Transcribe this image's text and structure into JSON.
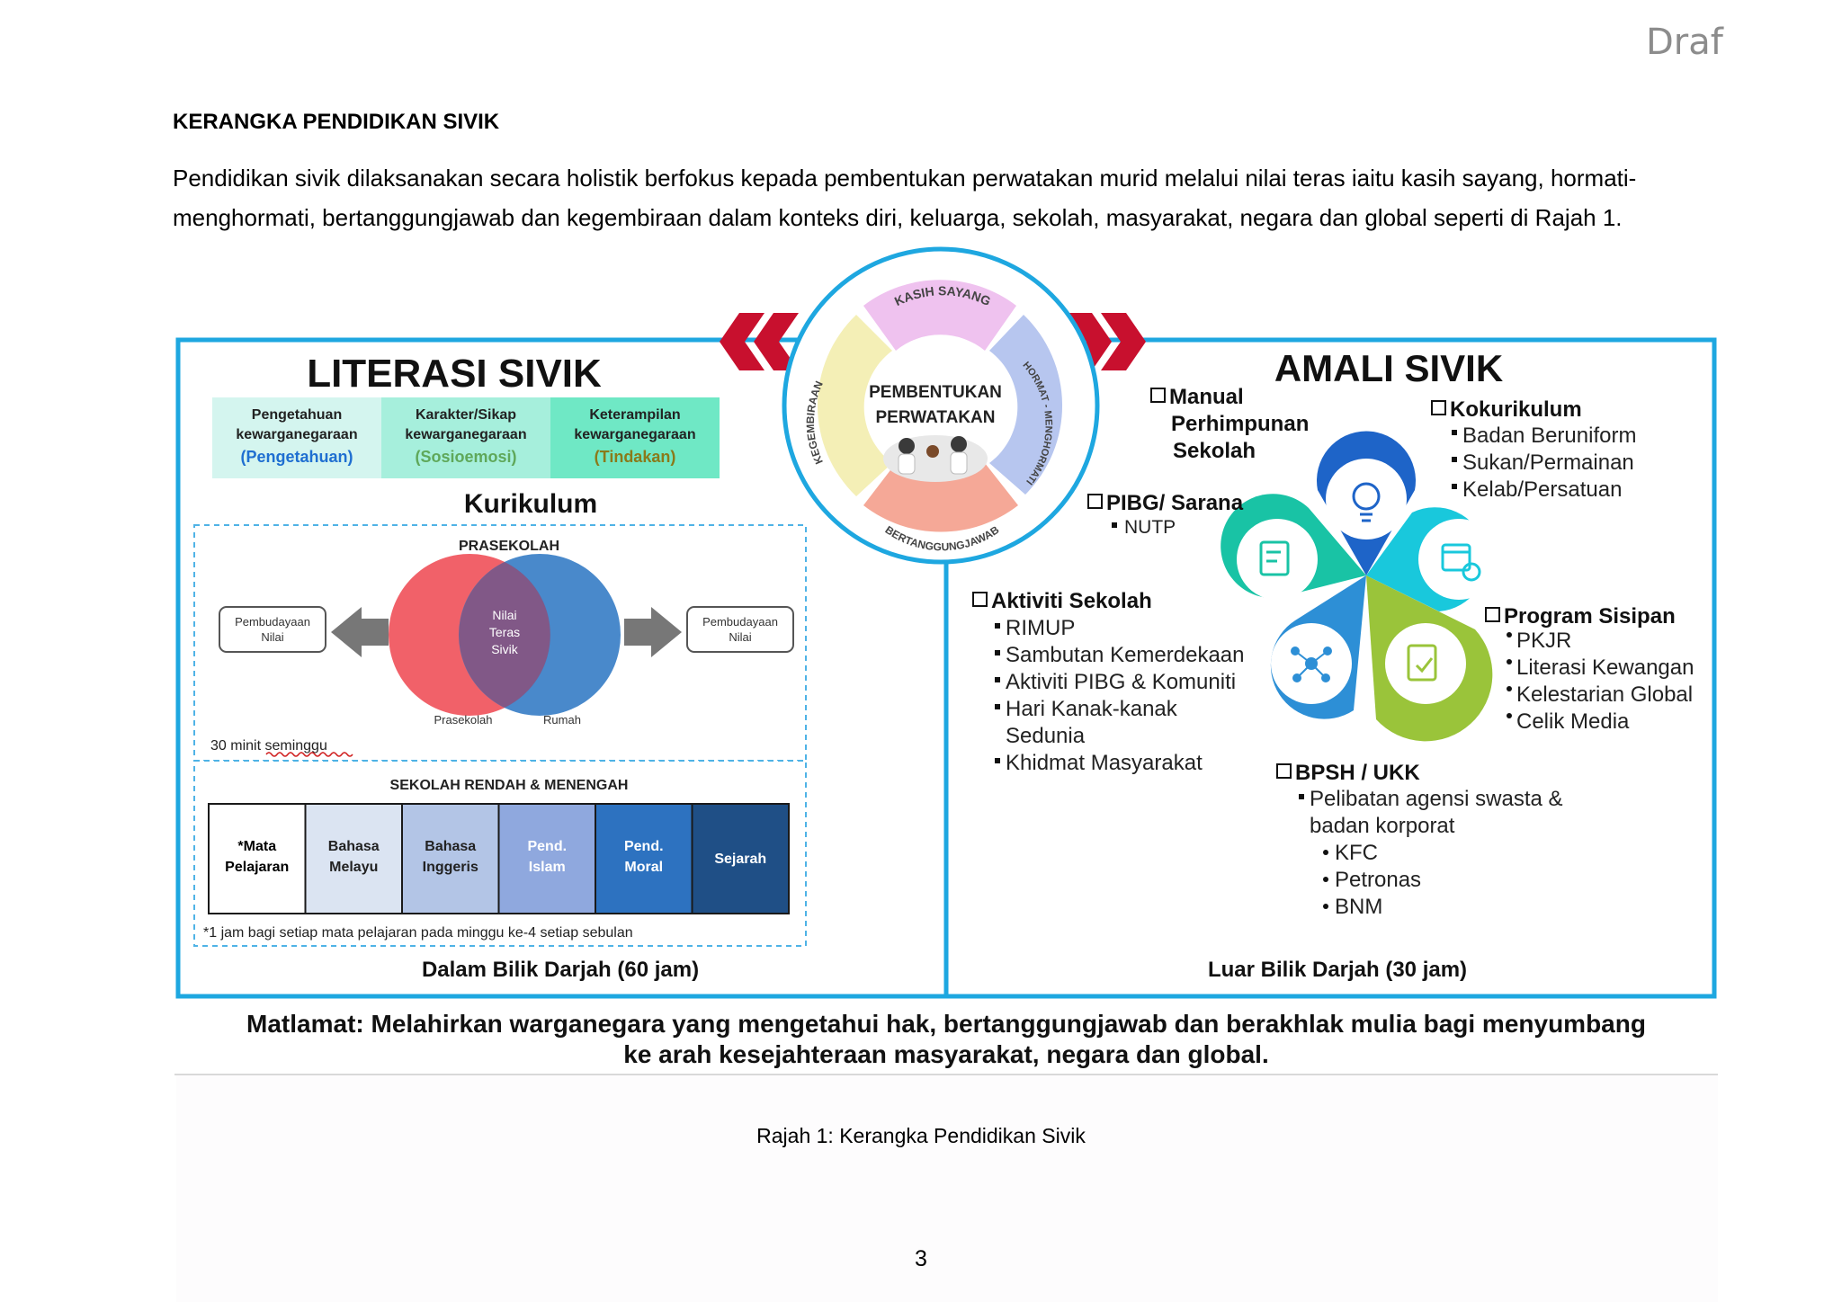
{
  "header": {
    "draft_mark": "Draf"
  },
  "document": {
    "title": "KERANGKA PENDIDIKAN SIVIK",
    "intro": "Pendidikan sivik dilaksanakan secara holistik berfokus kepada pembentukan perwatakan murid melalui nilai teras iaitu kasih sayang, hormati-menghormati, bertanggungjawab dan kegembiraan dalam konteks diri, keluarga, sekolah, masyarakat, negara dan global seperti di Rajah 1."
  },
  "figure": {
    "literasi": {
      "title": "LITERASI SIVIK",
      "boxes": [
        {
          "line1": "Pengetahuan",
          "line2": "kewarganegaraan",
          "line3": "(Pengetahuan)",
          "color": "#d4f5ef",
          "accent": "#1f6fd1"
        },
        {
          "line1": "Karakter/Sikap",
          "line2": "kewarganegaraan",
          "line3": "(Sosioemosi)",
          "color": "#a6efdc",
          "accent": "#5fa85a"
        },
        {
          "line1": "Keterampilan",
          "line2": "kewarganegaraan",
          "line3": "(Tindakan)",
          "color": "#6fe8c5",
          "accent": "#8a7a1a"
        }
      ],
      "kurikulum": "Kurikulum",
      "prasekolah": {
        "heading": "PRASEKOLAH",
        "left_box": [
          "Pembudayaan",
          "Nilai"
        ],
        "right_box": [
          "Pembudayaan",
          "Nilai"
        ],
        "center": [
          "Nilai",
          "Teras",
          "Sivik"
        ],
        "label_left": "Prasekolah",
        "label_right": "Rumah",
        "note": "30 minit seminggu"
      },
      "sekolah": {
        "heading": "SEKOLAH RENDAH & MENENGAH",
        "subjects": [
          {
            "line1": "*Mata",
            "line2": "Pelajaran",
            "color": "#ffffff",
            "text": "#000000"
          },
          {
            "line1": "Bahasa",
            "line2": "Melayu",
            "color": "#dbe4f2",
            "text": "#222222"
          },
          {
            "line1": "Bahasa",
            "line2": "Inggeris",
            "color": "#b3c5e6",
            "text": "#222222"
          },
          {
            "line1": "Pend.",
            "line2": "Islam",
            "color": "#8fa8de",
            "text": "#ffffff"
          },
          {
            "line1": "Pend.",
            "line2": "Moral",
            "color": "#2d72c0",
            "text": "#ffffff"
          },
          {
            "line1": "Sejarah",
            "line2": "",
            "color": "#1f4f86",
            "text": "#ffffff"
          }
        ],
        "footnote": "*1 jam bagi setiap mata pelajaran pada minggu ke-4 setiap sebulan"
      },
      "footer": "Dalam Bilik Darjah (60 jam)"
    },
    "center": {
      "title_line1": "PEMBENTUKAN",
      "title_line2": "PERWATAKAN",
      "ring": [
        "KASIH SAYANG",
        "HORMAT - MENGHORMATI",
        "BERTANGGUNGJAWAB",
        "KEGEMBIRAAN"
      ]
    },
    "amali": {
      "title": "AMALI SIVIK",
      "manual": [
        "Manual",
        "Perhimpunan",
        "Sekolah"
      ],
      "pibg": {
        "title": "PIBG/ Sarana",
        "items": [
          "NUTP"
        ]
      },
      "kokurikulum": {
        "title": "Kokurikulum",
        "items": [
          "Badan Beruniform",
          "Sukan/Permainan",
          "Kelab/Persatuan"
        ]
      },
      "aktiviti": {
        "title": "Aktiviti Sekolah",
        "items": [
          "RIMUP",
          "Sambutan Kemerdekaan",
          "Aktiviti PIBG & Komuniti",
          "Hari Kanak-kanak",
          "Sedunia",
          "Khidmat Masyarakat"
        ]
      },
      "sisipan": {
        "title": "Program Sisipan",
        "items": [
          "PKJR",
          "Literasi Kewangan",
          "Kelestarian Global",
          "Celik Media"
        ]
      },
      "bpsh": {
        "title": "BPSH / UKK",
        "items": [
          "Pelibatan agensi swasta &",
          "badan korporat"
        ],
        "sub": [
          "KFC",
          "Petronas",
          "BNM"
        ]
      },
      "footer": "Luar Bilik Darjah (30 jam)"
    },
    "matlamat": {
      "line1": "Matlamat: Melahirkan warganegara yang mengetahui hak, bertanggungjawab dan berakhlak mulia bagi menyumbang",
      "line2": "ke arah kesejahteraan masyarakat, negara dan global."
    },
    "caption": "Rajah 1: Kerangka Pendidikan Sivik"
  },
  "footer": {
    "page_number": "3"
  },
  "colors": {
    "frame": "#1ea7e0",
    "chevron": "#c8102e",
    "venn_left": "#f0545c",
    "venn_right": "#3a7fc7"
  }
}
